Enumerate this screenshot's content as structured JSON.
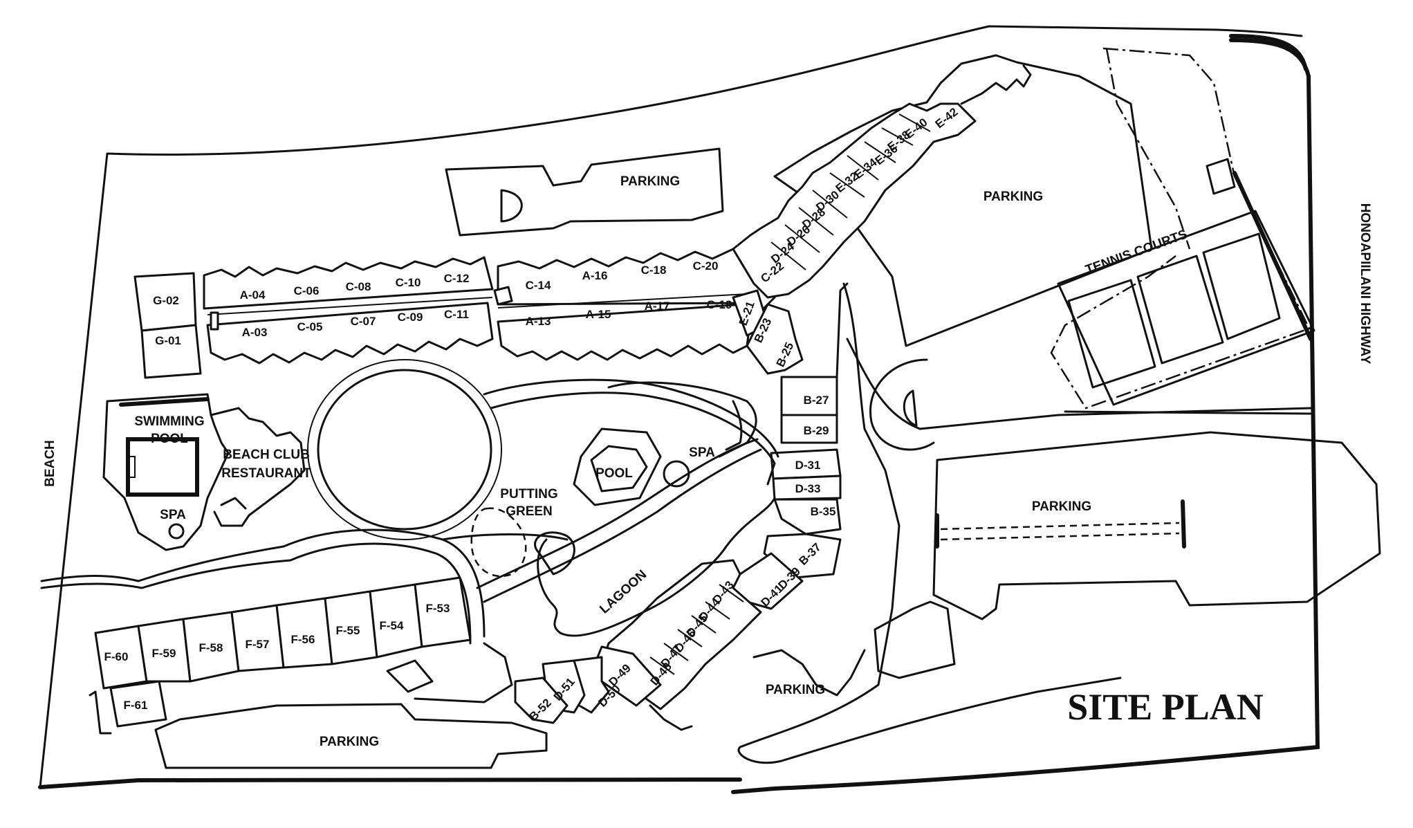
{
  "title": "SITE PLAN",
  "areas": {
    "beach": "BEACH",
    "highway": "HONOAPIILANI HIGHWAY",
    "parking_top": "PARKING",
    "parking_top_right": "PARKING",
    "parking_right": "PARKING",
    "parking_bottom": "PARKING",
    "parking_bottom_mid": "PARKING",
    "tennis": "TENNIS COURTS",
    "swimming_pool_1": "SWIMMING",
    "swimming_pool_2": "POOL",
    "beach_club_1": "BEACH CLUB",
    "beach_club_2": "RESTAURANT",
    "spa_left": "SPA",
    "pool_center": "POOL",
    "spa_center": "SPA",
    "putting_1": "PUTTING",
    "putting_2": "GREEN",
    "lagoon": "LAGOON"
  },
  "units": {
    "row_a_top": [
      "G-02",
      "A-04",
      "C-06",
      "C-08",
      "C-10",
      "C-12",
      "C-14",
      "A-16",
      "C-18",
      "C-20",
      "C-22"
    ],
    "row_a_bottom": [
      "G-01",
      "A-03",
      "C-05",
      "C-07",
      "C-09",
      "C-11",
      "A-13",
      "A-15",
      "A-17",
      "C-19",
      "E-21"
    ],
    "row_e": [
      "D-24",
      "D-26",
      "D-28",
      "D-30",
      "E-32",
      "E-34",
      "E-36",
      "E-38",
      "E-40",
      "E-42"
    ],
    "row_b": [
      "B-23",
      "B-25",
      "B-27",
      "B-29",
      "D-31",
      "D-33",
      "B-35",
      "B-37",
      "D-39",
      "D-41"
    ],
    "row_d": [
      "D-43",
      "D-44",
      "D-45",
      "D-46",
      "D-47",
      "D-48",
      "D-49",
      "D-50",
      "D-51",
      "B-52"
    ],
    "row_f_top": [
      "F-60",
      "F-59",
      "F-58",
      "F-57",
      "F-56",
      "F-55",
      "F-54",
      "F-53"
    ],
    "row_f_bottom": [
      "F-61"
    ]
  }
}
